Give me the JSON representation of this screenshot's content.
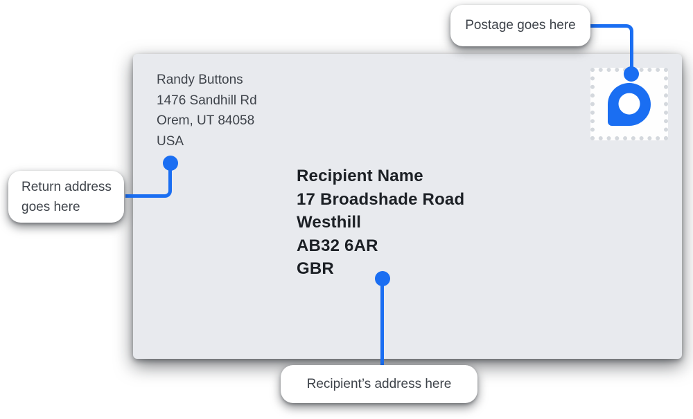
{
  "colors": {
    "accent_blue": "#1a6ef2",
    "envelope_bg": "#e8eaee"
  },
  "callouts": {
    "postage": "Postage goes here",
    "return_address": "Return address goes here",
    "recipient_address": "Recipient’s address here"
  },
  "envelope": {
    "return_address": {
      "lines": [
        "Randy Buttons",
        "1476 Sandhill Rd",
        "Orem, UT 84058",
        "USA"
      ]
    },
    "recipient_address": {
      "lines": [
        "Recipient Name",
        "17 Broadshade Road",
        "Westhill",
        "AB32 6AR",
        "GBR"
      ]
    },
    "stamp": {
      "icon": "brand-pin-logo"
    }
  }
}
